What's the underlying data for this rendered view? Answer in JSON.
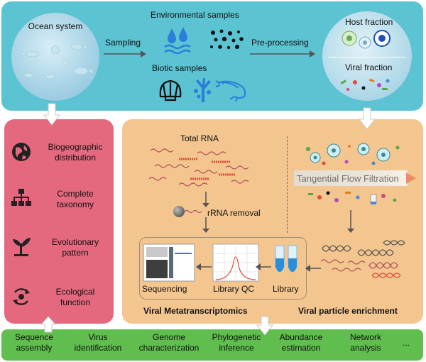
{
  "top": {
    "ocean": "Ocean system",
    "sampling": "Sampling",
    "env_samples": "Environmental samples",
    "biotic_samples": "Biotic samples",
    "preprocessing": "Pre-processing",
    "host_fraction": "Host fraction",
    "viral_fraction": "Viral fraction"
  },
  "features": [
    {
      "line1": "Biogeographic",
      "line2": "distribution",
      "icon": "globe-icon"
    },
    {
      "line1": "Complete",
      "line2": "taxonomy",
      "icon": "hierarchy-icon"
    },
    {
      "line1": "Evolutionary",
      "line2": "pattern",
      "icon": "tree-icon"
    },
    {
      "line1": "Ecological",
      "line2": "function",
      "icon": "cycle-icon"
    }
  ],
  "workflow": {
    "total_rna": "Total RNA",
    "rrna_removal": "rRNA removal",
    "tff": "Tangential Flow Filtration",
    "sequencing": "Sequencing",
    "library_qc": "Library QC",
    "library": "Library",
    "viral_meta": "Viral Metatranscriptomics",
    "viral_enrich": "Viral particle enrichment"
  },
  "steps": [
    {
      "line1": "Sequence",
      "line2": "assembly"
    },
    {
      "line1": "Virus",
      "line2": "identification"
    },
    {
      "line1": "Genome",
      "line2": "characterization"
    },
    {
      "line1": "Phylogenetic",
      "line2": "inference"
    },
    {
      "line1": "Abundance",
      "line2": "estimation"
    },
    {
      "line1": "Network",
      "line2": "analysis"
    },
    {
      "line1": "...",
      "line2": ""
    }
  ],
  "colors": {
    "top_panel": "#5bc3d2",
    "left_panel": "#e4697f",
    "right_panel": "#f3c58f",
    "bottom_panel": "#5fbe4e",
    "arrow": "#555555"
  }
}
